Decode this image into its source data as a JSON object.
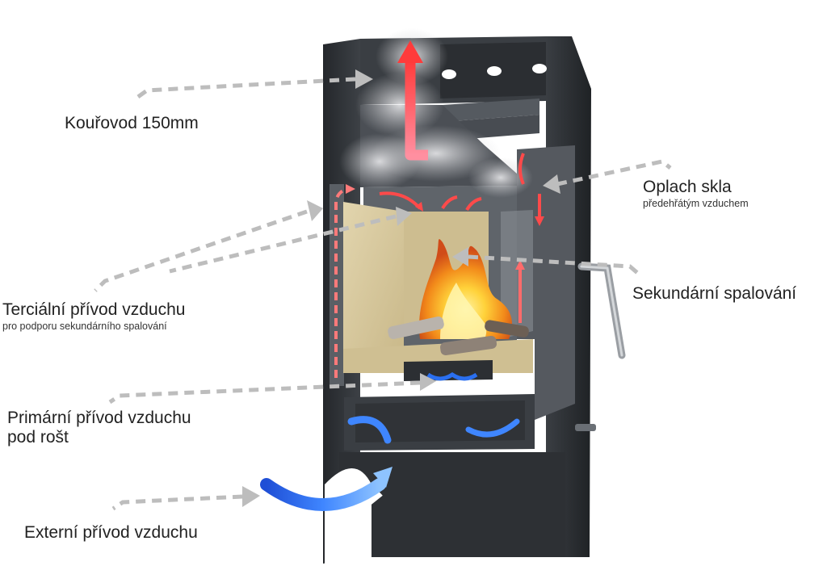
{
  "labels": {
    "flue": {
      "main": "Kouřovod 150mm"
    },
    "glass_rinse": {
      "main": "Oplach skla",
      "sub": "předehřátým vzduchem"
    },
    "secondary": {
      "main": "Sekundární spalování"
    },
    "tertiary": {
      "main": "Terciální přívod vzduchu",
      "sub": "pro podporu sekundárního spalování"
    },
    "primary": {
      "line1": "Primární přívod vzduchu",
      "line2": "pod rošt"
    },
    "external": {
      "main": "Externí přívod vzduchu"
    }
  },
  "colors": {
    "stove_dark": "#2a2d31",
    "stove_mid": "#44484d",
    "stove_light": "#6a6f75",
    "liner": "#d8c9a0",
    "fire_orange": "#f28a1a",
    "fire_yellow": "#ffd23a",
    "hot_air": "#ff5a5a",
    "cold_air": "#2a6ff0",
    "callout_grey": "#bdbdbd",
    "smoke": "#e8e8ea"
  }
}
